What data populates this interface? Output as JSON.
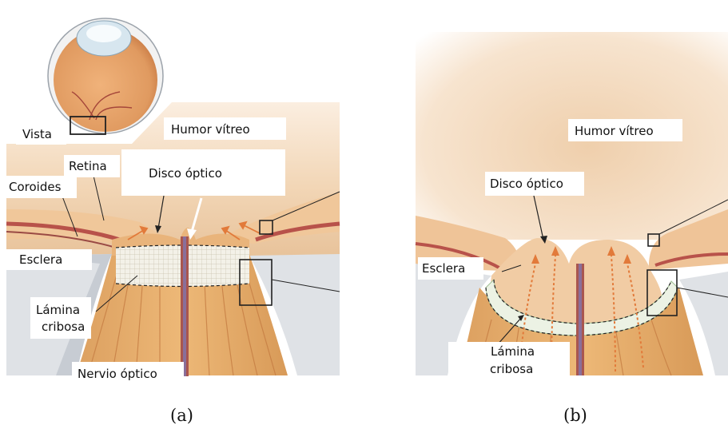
{
  "panel_a": {
    "caption": "(a)",
    "labels": {
      "vista": "Vista",
      "humor_vitreo": "Humor vítreo",
      "retina": "Retina",
      "disco_optico": "Disco óptico",
      "coroides": "Coroides",
      "esclera": "Esclera",
      "lamina_line1": "Lámina",
      "lamina_line2": "cribosa",
      "nervio_optico": "Nervio óptico"
    }
  },
  "panel_b": {
    "caption": "(b)",
    "labels": {
      "humor_vitreo": "Humor vítreo",
      "disco_optico": "Disco óptico",
      "esclera": "Esclera",
      "lamina_line1": "Lámina",
      "lamina_line2": "cribosa"
    }
  },
  "colors": {
    "vitreous": "#f3dcc0",
    "nerve": "#e2a865",
    "sclera": "#d9dde2",
    "choroid": "#b8524a",
    "lamina": "#ecf2e4",
    "arrow": "#e27a3a"
  }
}
